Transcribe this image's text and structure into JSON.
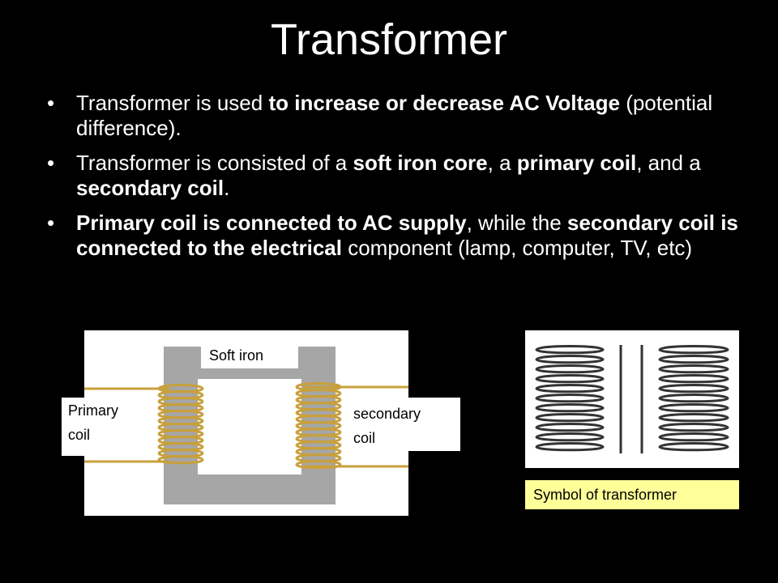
{
  "slide": {
    "title": "Transformer",
    "bullets": [
      {
        "parts": [
          {
            "text": "Transformer is used ",
            "bold": false
          },
          {
            "text": "to increase or decrease AC Voltage",
            "bold": true
          },
          {
            "text": " (potential difference).",
            "bold": false
          }
        ]
      },
      {
        "parts": [
          {
            "text": "Transformer is consisted of a ",
            "bold": false
          },
          {
            "text": "soft iron core",
            "bold": true
          },
          {
            "text": ", a ",
            "bold": false
          },
          {
            "text": "primary coil",
            "bold": true
          },
          {
            "text": ", and a ",
            "bold": false
          },
          {
            "text": "secondary coil",
            "bold": true
          },
          {
            "text": ".",
            "bold": false
          }
        ]
      },
      {
        "parts": [
          {
            "text": "Primary coil is connected to AC supply",
            "bold": true
          },
          {
            "text": ", while the ",
            "bold": false
          },
          {
            "text": "secondary coil is connected to the electrical",
            "bold": true
          },
          {
            "text": " component (lamp, computer, TV, etc)",
            "bold": false
          }
        ]
      }
    ],
    "bullet_symbol": "•"
  },
  "diagram": {
    "label_soft_iron": "Soft iron",
    "label_primary_line1": "Primary",
    "label_primary_line2": "coil",
    "label_secondary_line1": "secondary",
    "label_secondary_line2": "coil",
    "core_color": "#a6a6a6",
    "coil_color": "#c8a03c"
  },
  "symbol": {
    "caption": "Symbol of transformer",
    "caption_bg": "#ffff99"
  }
}
